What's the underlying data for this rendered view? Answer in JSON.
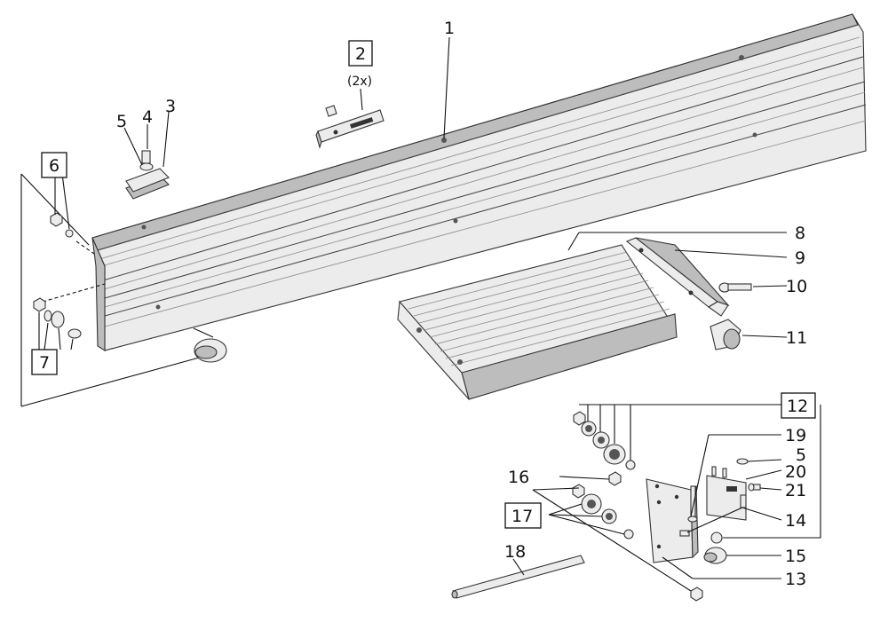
{
  "labels": {
    "l1": "1",
    "l2": "2",
    "l2_qty": "(2x)",
    "l3": "3",
    "l4": "4",
    "l5a": "5",
    "l6": "6",
    "l7": "7",
    "l8": "8",
    "l9": "9",
    "l10": "10",
    "l11": "11",
    "l12": "12",
    "l13": "13",
    "l14": "14",
    "l15": "15",
    "l16": "16",
    "l17": "17",
    "l18": "18",
    "l19": "19",
    "l5b": "5",
    "l20": "20",
    "l21": "21"
  },
  "colors": {
    "ink": "#111111",
    "part_fill": "#ececec",
    "part_shadow": "#bdbdbd"
  }
}
